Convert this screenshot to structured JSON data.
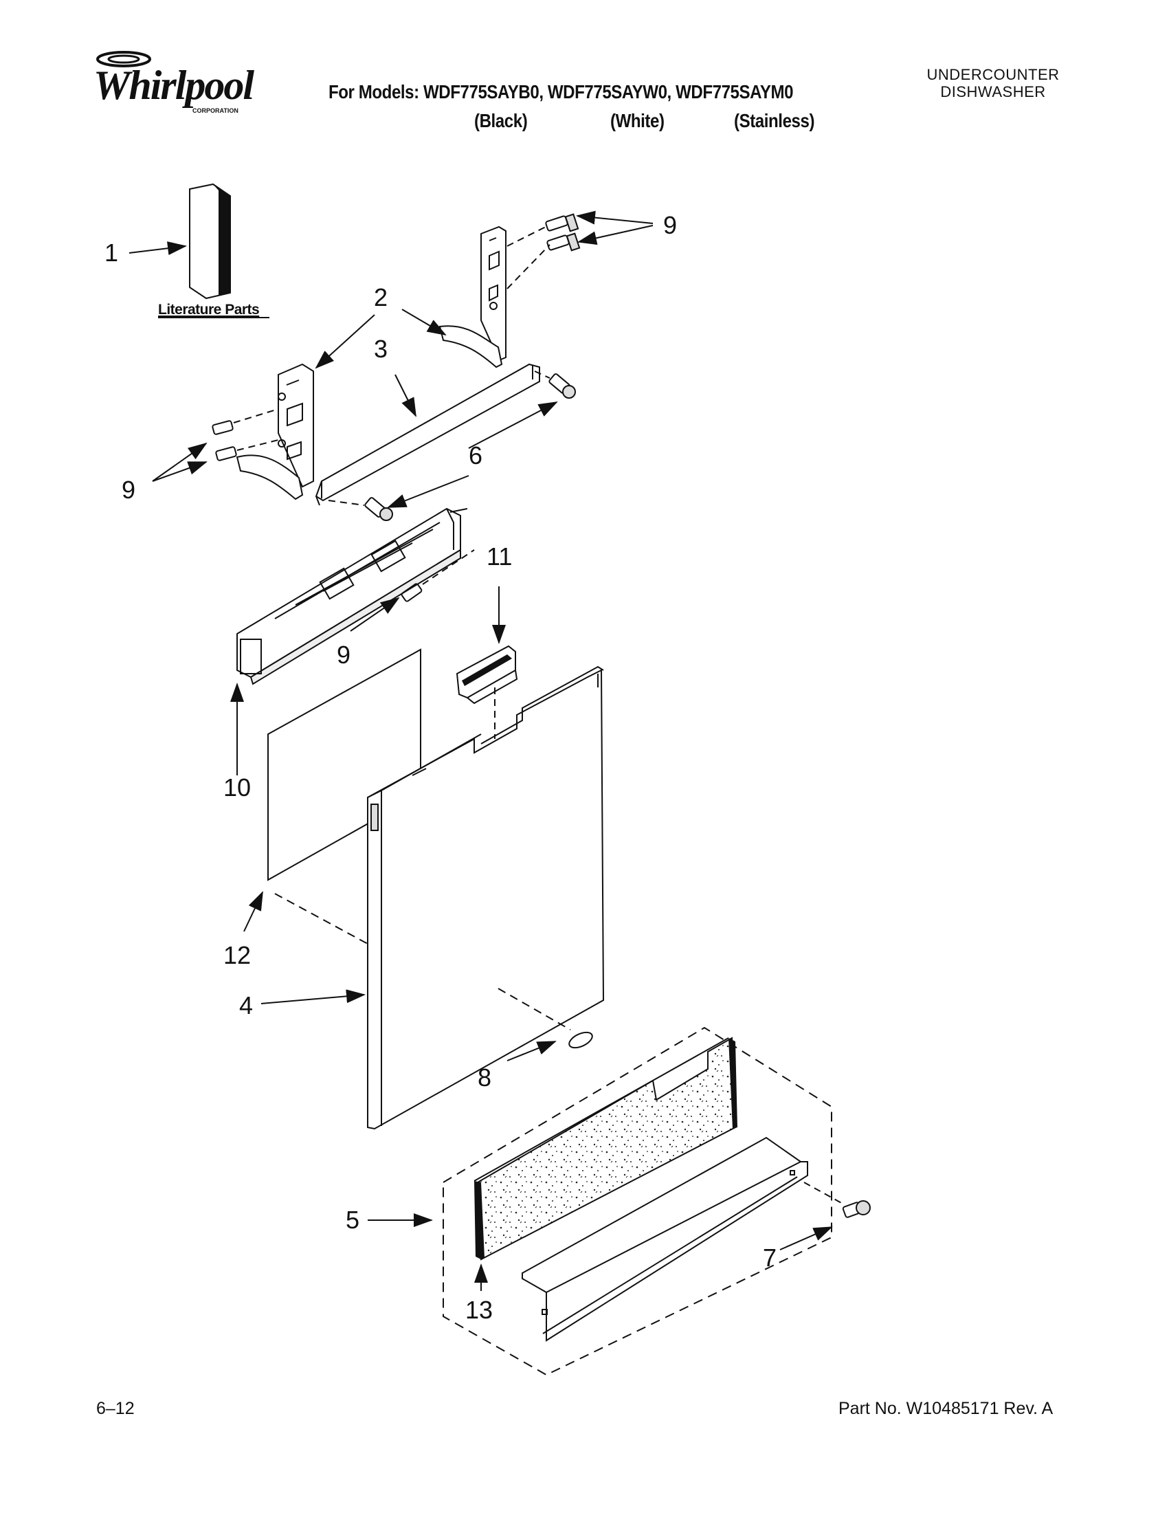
{
  "header": {
    "brand": "Whirlpool",
    "brand_sub": "CORPORATION",
    "models_line": "For Models: WDF775SAYB0, WDF775SAYW0, WDF775SAYM0",
    "finishes": [
      "(Black)",
      "(White)",
      "(Stainless)"
    ],
    "product_type_line1": "UNDERCOUNTER",
    "product_type_line2": "DISHWASHER"
  },
  "diagram": {
    "literature_label": "Literature Parts",
    "callouts": [
      "1",
      "2",
      "3",
      "4",
      "5",
      "6",
      "7",
      "8",
      "9",
      "9",
      "9",
      "10",
      "11",
      "12",
      "13"
    ]
  },
  "footer": {
    "page": "6–12",
    "part_number": "Part No. W10485171 Rev. A"
  }
}
